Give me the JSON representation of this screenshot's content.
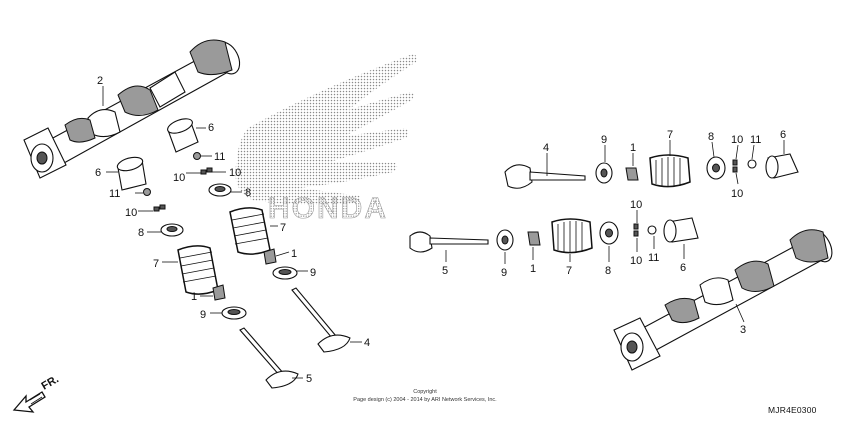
{
  "diagram": {
    "title": "",
    "watermark_brand": "HONDA",
    "direction_label": "FR.",
    "copyright_label": "Copyright",
    "copyright_notice": "Page design (c) 2004 - 2014 by ARI Network Services, Inc.",
    "diagram_code": "MJR4E0300",
    "callouts": {
      "c1": "1",
      "c2": "2",
      "c3": "3",
      "c4": "4",
      "c5": "5",
      "c6": "6",
      "c7": "7",
      "c8": "8",
      "c9": "9",
      "c10": "10",
      "c11": "11"
    }
  }
}
